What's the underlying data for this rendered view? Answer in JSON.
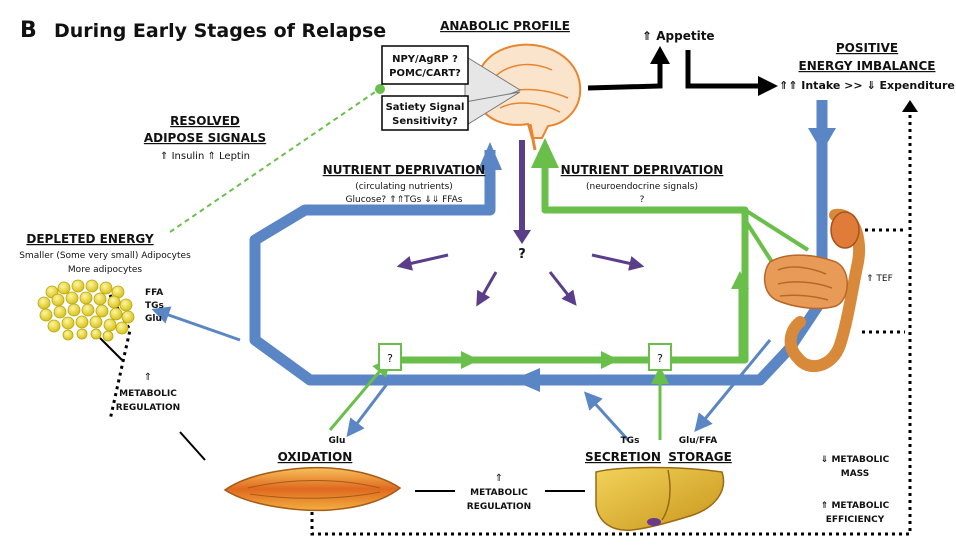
{
  "panel_letter": "B",
  "title": "During Early Stages of Relapse",
  "anabolic_profile": {
    "heading": "ANABOLIC PROFILE",
    "box1_line1": "NPY/AgRP ?",
    "box1_line2": "POMC/CART?",
    "box2_line1": "Satiety Signal",
    "box2_line2": "Sensitivity?"
  },
  "appetite": "⇑ Appetite",
  "positive_energy": {
    "line1": "POSITIVE",
    "line2": "ENERGY IMBALANCE",
    "line3": "⇑⇑ Intake >> ⇓ Expenditure"
  },
  "resolved_adipose": {
    "line1": "RESOLVED",
    "line2": "ADIPOSE SIGNALS",
    "line3": "⇑ Insulin ⇑ Leptin"
  },
  "nutrient_left": {
    "heading": "NUTRIENT DEPRIVATION",
    "line2": "(circulating nutrients)",
    "line3": "Glucose? ⇑⇑TGs ⇓⇓ FFAs"
  },
  "nutrient_right": {
    "heading": "NUTRIENT DEPRIVATION",
    "line2": "(neuroendocrine signals)",
    "line3": "?"
  },
  "depleted_energy": {
    "heading": "DEPLETED ENERGY",
    "line2": "Smaller (Some very small) Adipocytes",
    "line3": "More adipocytes"
  },
  "adipose_labels": {
    "ffa": "FFA",
    "tgs": "TGs",
    "glu": "Glu"
  },
  "center_question": "?",
  "junction_left": "?",
  "junction_right": "?",
  "tef": "⇑ TEF",
  "metabolic_regulation_left": {
    "arrow": "⇑",
    "line1": "METABOLIC",
    "line2": "REGULATION"
  },
  "metabolic_regulation_bottom": {
    "arrow": "⇑",
    "line1": "METABOLIC",
    "line2": "REGULATION"
  },
  "metabolic_mass": {
    "line1": "⇓ METABOLIC",
    "line2": "MASS"
  },
  "metabolic_efficiency": {
    "line1": "⇑ METABOLIC",
    "line2": "EFFICIENCY"
  },
  "oxidation": {
    "glu": "Glu",
    "label": "OXIDATION"
  },
  "secretion": {
    "tgs": "TGs",
    "label": "SECRETION"
  },
  "storage": {
    "glufa": "Glu/FFA",
    "label": "STORAGE"
  },
  "colors": {
    "blue": "#5b86c5",
    "green": "#6abf4b",
    "purple": "#5a3e8a",
    "black": "#000000"
  }
}
